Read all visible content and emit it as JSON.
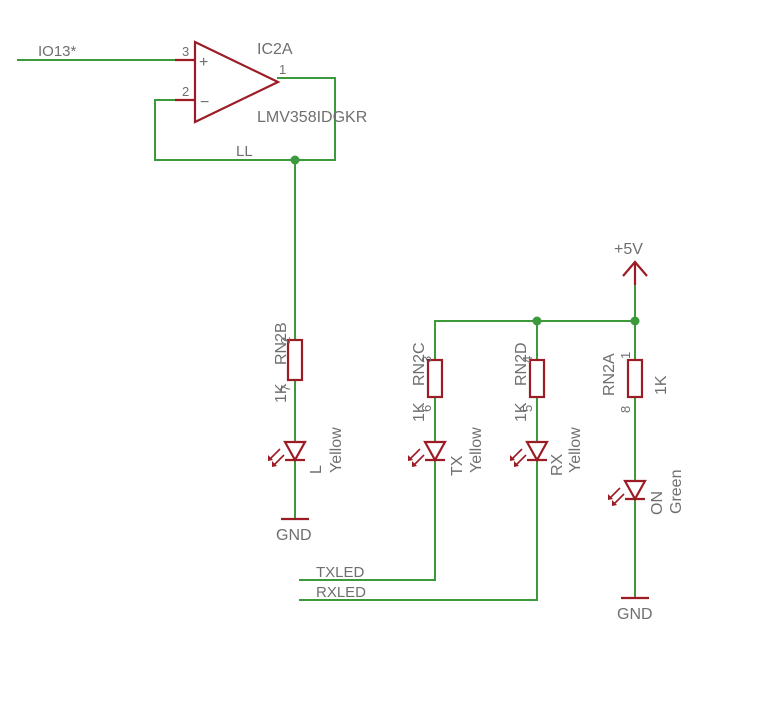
{
  "opamp": {
    "name": "IC2A",
    "value": "LMV358IDGKR",
    "pin_noninv": "3",
    "pin_inv": "2",
    "pin_out": "1",
    "sign_plus": "+",
    "sign_minus": "−"
  },
  "nets": {
    "io13": "IO13*",
    "ll": "LL",
    "txled": "TXLED",
    "rxled": "RXLED"
  },
  "power": {
    "vcc": "+5V",
    "gnd_left": "GND",
    "gnd_right": "GND"
  },
  "resistors": [
    {
      "name": "RN2B",
      "value": "1K",
      "pin_top": "2",
      "pin_bottom": "7"
    },
    {
      "name": "RN2C",
      "value": "1K",
      "pin_top": "3",
      "pin_bottom": "6"
    },
    {
      "name": "RN2D",
      "value": "1K",
      "pin_top": "4",
      "pin_bottom": "5"
    },
    {
      "name": "RN2A",
      "value": "1K",
      "pin_top": "1",
      "pin_bottom": "8"
    }
  ],
  "leds": [
    {
      "name": "L",
      "color": "Yellow"
    },
    {
      "name": "TX",
      "color": "Yellow"
    },
    {
      "name": "RX",
      "color": "Yellow"
    },
    {
      "name": "ON",
      "color": "Green"
    }
  ]
}
